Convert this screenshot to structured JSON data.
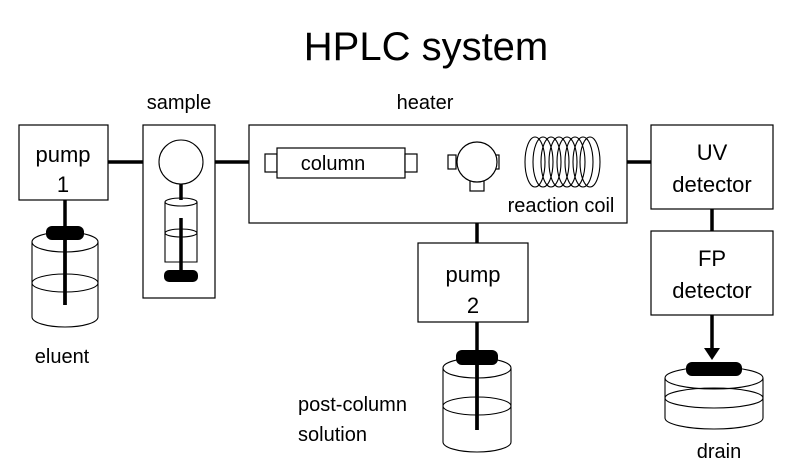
{
  "title": "HPLC system",
  "components": {
    "pump1": {
      "line1": "pump",
      "line2": "1"
    },
    "eluent": "eluent",
    "sample": "sample",
    "heater": "heater",
    "column": "column",
    "reaction_coil": "reaction coil",
    "pump2": {
      "line1": "pump",
      "line2": "2"
    },
    "post_column": {
      "line1": "post-column",
      "line2": "solution"
    },
    "uv_detector": {
      "line1": "UV",
      "line2": "detector"
    },
    "fp_detector": {
      "line1": "FP",
      "line2": "detector"
    },
    "drain": "drain"
  }
}
